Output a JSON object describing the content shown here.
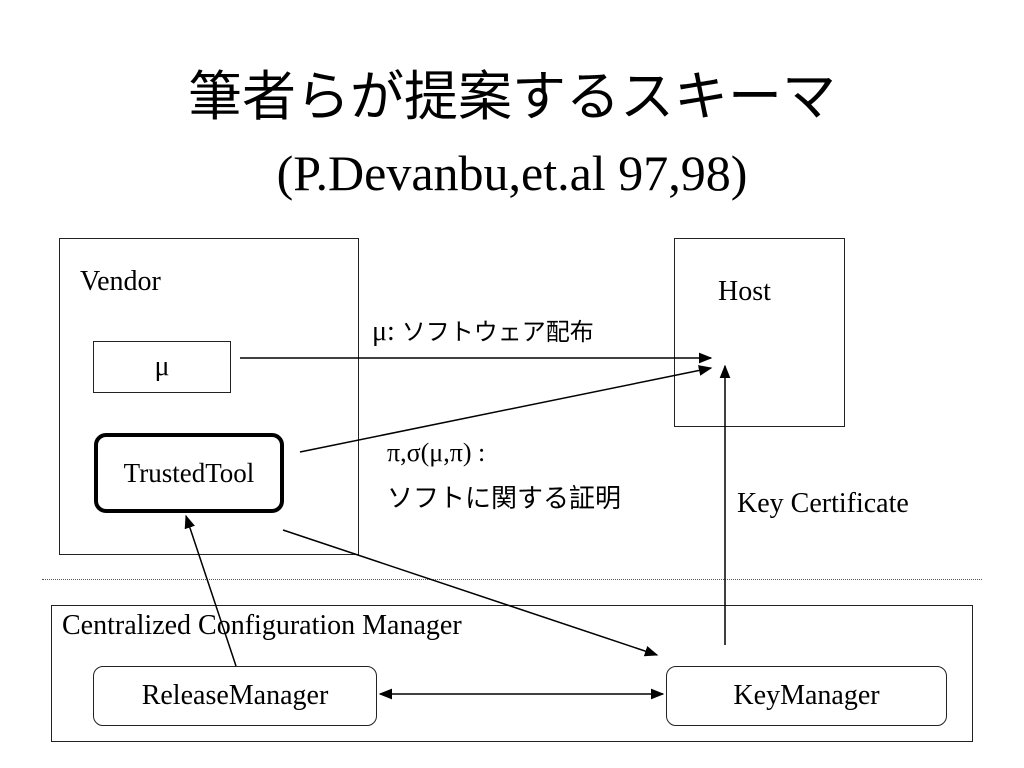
{
  "slide": {
    "title_line1": "筆者らが提案するスキーマ",
    "title_line2": "(P.Devanbu,et.al 97,98)"
  },
  "vendor": {
    "label": "Vendor",
    "mu_box": "μ",
    "trusted_tool": "TrustedTool"
  },
  "host": {
    "label": "Host"
  },
  "edge_labels": {
    "mu_prefix": "μ:",
    "software_distribution": "ソフトウェア配布",
    "proof_symbols": "π,σ(μ,π) :",
    "proof_text": "ソフトに関する証明",
    "key_certificate": "Key Certificate"
  },
  "ccm": {
    "label": "Centralized Configuration Manager",
    "release_manager": "ReleaseManager",
    "key_manager": "KeyManager"
  }
}
